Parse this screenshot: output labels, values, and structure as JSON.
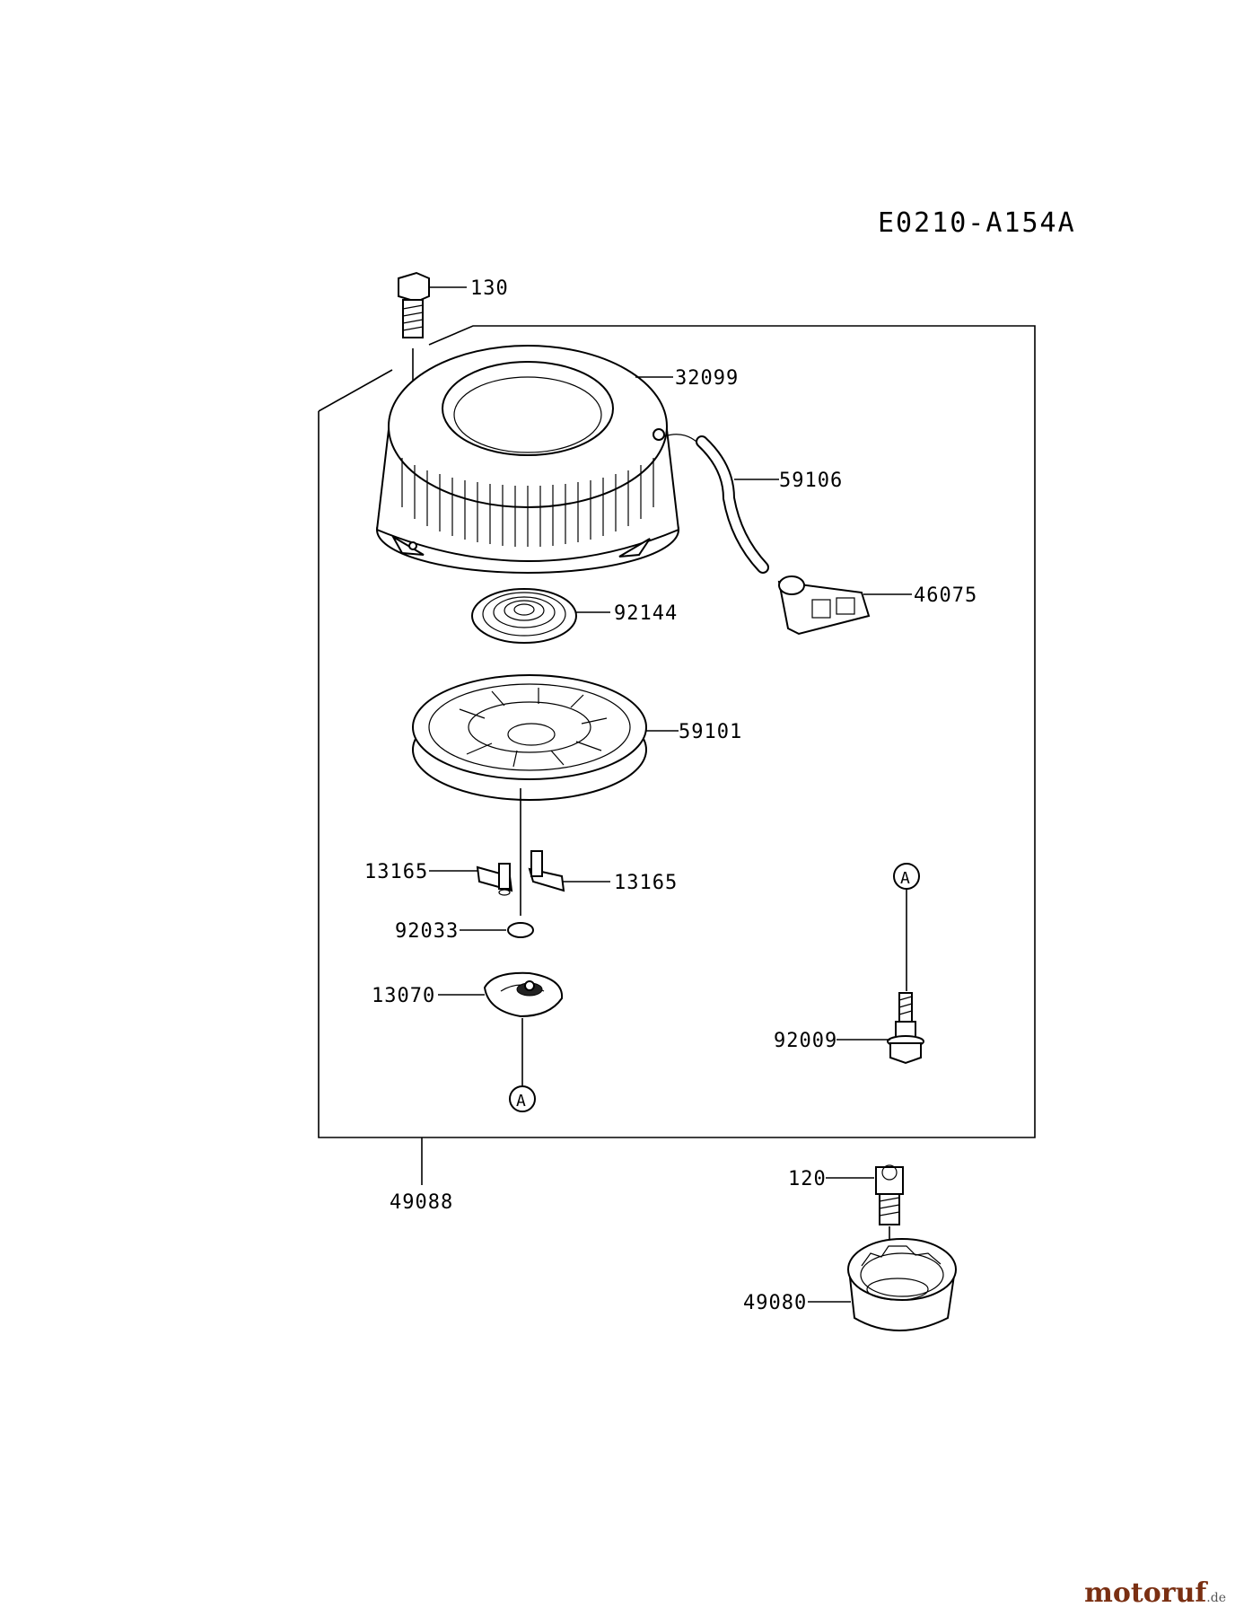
{
  "diagram_code": "E0210-A154A",
  "watermark": {
    "brand": "motoruf",
    "tld": ".de"
  },
  "ref_marker": "A",
  "parts": [
    {
      "id": "130"
    },
    {
      "id": "32099"
    },
    {
      "id": "59106"
    },
    {
      "id": "46075"
    },
    {
      "id": "92144"
    },
    {
      "id": "59101"
    },
    {
      "id": "13165"
    },
    {
      "id": "13165"
    },
    {
      "id": "92033"
    },
    {
      "id": "13070"
    },
    {
      "id": "92009"
    },
    {
      "id": "49088"
    },
    {
      "id": "120"
    },
    {
      "id": "49080"
    }
  ]
}
